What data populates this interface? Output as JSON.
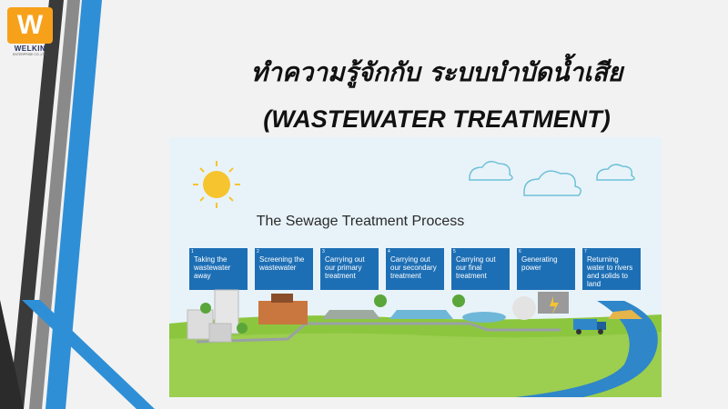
{
  "logo": {
    "letter": "W",
    "name": "WELKIN",
    "sub": "ENTERPRISE CO.,LTD."
  },
  "title": {
    "thai": "ทำความรู้จักกับ ระบบบำบัดน้ำเสีย",
    "english": "(WASTEWATER TREATMENT)"
  },
  "infographic": {
    "heading": "The Sewage Treatment Process",
    "steps": [
      {
        "number": "1",
        "lines": [
          "Taking the",
          "wastewater",
          "away"
        ]
      },
      {
        "number": "2",
        "lines": [
          "Screening the",
          "wastewater"
        ]
      },
      {
        "number": "3",
        "lines": [
          "Carrying out",
          "our primary",
          "treatment"
        ]
      },
      {
        "number": "4",
        "lines": [
          "Carrying out",
          "our secondary",
          "treatment"
        ]
      },
      {
        "number": "5",
        "lines": [
          "Carrying out",
          "our final",
          "treatment"
        ]
      },
      {
        "number": "6",
        "lines": [
          "Generating",
          "power"
        ]
      },
      {
        "number": "7",
        "lines": [
          "Returning",
          "water to rivers",
          "and solids to",
          "land"
        ]
      }
    ]
  },
  "colors": {
    "sky": "#e8f3f9",
    "step_box": "#1d6fb5",
    "grass": "#8cc63f",
    "river": "#2f86c9",
    "sun": "#f6c42f",
    "stripe_dark": "#3a3a3a",
    "stripe_blue": "#2e8fd6"
  }
}
